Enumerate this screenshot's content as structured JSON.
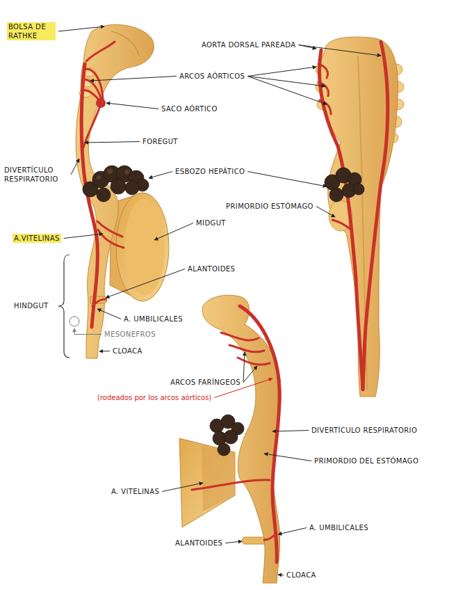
{
  "diagram": {
    "labels": [
      "BOLSA DE RATHKE",
      "AORTA DORSAL PAREADA",
      "ARCOS AÓRTICOS",
      "SACO AÓRTICO",
      "FOREGUT",
      "DIVERTÍCULO RESPIRATORIO",
      "ESBOZO HEPÁTICO",
      "PRIMORDIO ESTÓMAGO",
      "MIDGUT",
      "A.VITELINAS",
      "ALANTOIDES",
      "HINDGUT",
      "A. UMBILICALES",
      "MESONEFROS",
      "CLOACA",
      "ARCOS FARÍNGEOS",
      "(rodeados por los arcos aórticos)",
      "DIVERTÍCULO RESPIRATORIO",
      "PRIMORDIO DEL ESTÓMAGO",
      "A. VITELINAS",
      "A. UMBILICALES",
      "ALANTOIDES",
      "CLOACA"
    ]
  }
}
